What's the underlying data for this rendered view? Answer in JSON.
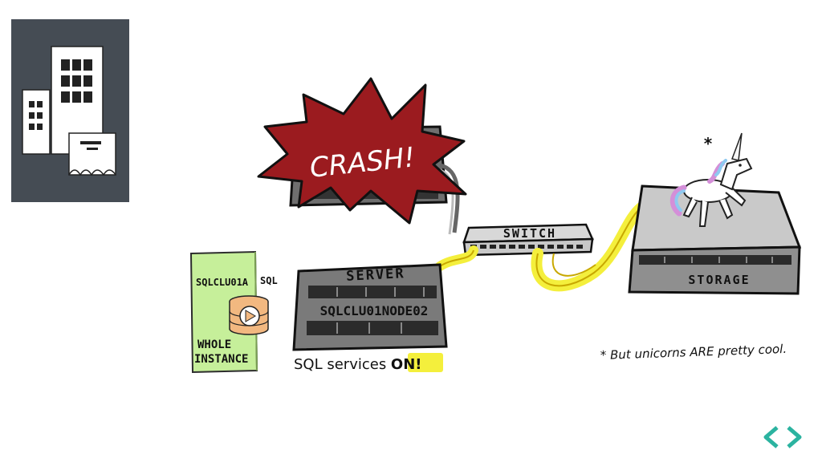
{
  "diagram": {
    "crash_label": "CRASH!",
    "switch_label": "SWITCH",
    "server_label": "SERVER",
    "server_name": "SQLCLU01NODE02",
    "storage_label": "STORAGE",
    "cluster_name": "SQLCLU01A",
    "sql_tag": "SQL",
    "instance_line1": "WHOLE",
    "instance_line2": "INSTANCE",
    "services_prefix": "SQL services ",
    "services_status": "ON!",
    "unicorn_asterisk": "*",
    "footnote": "* But unicorns ARE pretty cool."
  },
  "colors": {
    "crash_red": "#9b1b1f",
    "highlight_yellow": "#f4ef3c",
    "instance_green": "#c6ef9a",
    "db_orange": "#f2b880",
    "nav_teal": "#2bb3a0",
    "logo_panel": "#454c54"
  },
  "icons": [
    "building-logo-icon",
    "database-play-icon",
    "unicorn-icon",
    "prev-arrow-icon",
    "next-arrow-icon"
  ]
}
